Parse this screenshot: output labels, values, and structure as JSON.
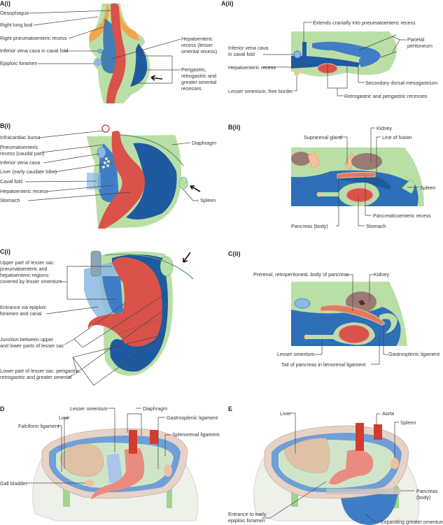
{
  "colors": {
    "peritoneum_green": "#b9dfa6",
    "sac_blue": "#2e6fb8",
    "light_blue": "#8cb8e2",
    "stomach_red": "#d9534a",
    "lung_orange": "#f3a64b",
    "kidney_brown": "#9a7a72",
    "liver_tan": "#e3cbb0",
    "leader_line": "#444444"
  },
  "panels": {
    "a1": {
      "title": "A(i)",
      "labels": {
        "oesophagus": "Oesophagus",
        "right_lung_bud": "Right lung bud",
        "right_pneumatoenteric": "Right pneumatoenteric recess",
        "ivc_caval_fold": "Inferior vena cava in caval fold",
        "epiploic_foramen": "Epiploic foramen",
        "hepatoenteric": "Hepatoenteric\nrecess (lesser\nomental recess)",
        "perigastric": "Perigastric,\nretrogastric and\ngreater omental\nrecesses"
      }
    },
    "a2": {
      "title": "A(ii)",
      "labels": {
        "extends_cranially": "Extends cranially into pneumatoenteric recess",
        "ivc_caval_fold": "Inferior vena cava\nin caval fold",
        "parietal_peritoneum": "Parietal\nperitoneum",
        "hepatoenteric": "Hepatoenteric recess",
        "secondary_dorsal": "Secondary dorsal mesogastrium",
        "lesser_omentum_free": "Lesser omentum, free border",
        "retrogastric_perigastric": "Retrogastric and perigastric recesses"
      }
    },
    "b1": {
      "title": "B(i)",
      "labels": {
        "infracardiac": "Infracardiac bursa",
        "pneumatoenteric_caudal": "Pneumatoenteric\nrecess (caudal part)",
        "ivc": "Inferior vena cava",
        "liver_caudate": "Liver (early caudate lobe)",
        "caval_fold": "Caval fold",
        "hepatoenteric": "Hepatoenteric recess",
        "stomach": "Stomach",
        "diaphragm": "Diaphragm",
        "spleen": "Spleen"
      }
    },
    "b2": {
      "title": "B(ii)",
      "labels": {
        "kidney": "Kidney",
        "suprarenal": "Suprarenal gland",
        "line_of_fusion": "Line of fusion",
        "spleen": "Spleen",
        "pancreaticoenteric": "Pancreaticoenteric recess",
        "pancreas_body": "Pancreas (body)",
        "stomach": "Stomach"
      }
    },
    "c1": {
      "title": "C(i)",
      "labels": {
        "upper_part": "Upper part of lesser sac:\npneumatoenteric and\nhepatoenteric regions:\ncovered by lesser omentum",
        "entrance": "Entrance via epiploic\nforamen and canal",
        "junction": "Junction between upper\nand lower parts of lesser sac",
        "lower_part": "Lower part of lesser sac: perigastric,\nretrogastric and greater omental"
      }
    },
    "c2": {
      "title": "C(ii)",
      "labels": {
        "prerenal": "Prerenal, retroperitoneal, body of pancreas",
        "kidney": "Kidney",
        "lesser_omentum": "Lesser omentum",
        "gastrosplenic": "Gastrosplenic ligament",
        "tail_pancreas": "Tail of pancreas in lienorenal ligament"
      }
    },
    "d": {
      "title": "D",
      "labels": {
        "lesser_omentum": "Lesser omentum",
        "diaphragm": "Diaphragm",
        "liver": "Liver",
        "gastrosplenic": "Gastrosplenic ligament",
        "falciform": "Falciform ligament",
        "splenorenal": "Splenorenal ligament",
        "gall_bladder": "Gall bladder"
      }
    },
    "e": {
      "title": "E",
      "labels": {
        "liver": "Liver",
        "aorta": "Aorta",
        "spleen": "Spleen",
        "pancreas_body": "Pancreas\n(body)",
        "entrance_epiploic": "Entrance to early\nepiploic foramen",
        "expanding_omentum": "Expanding greater omentum"
      }
    }
  }
}
